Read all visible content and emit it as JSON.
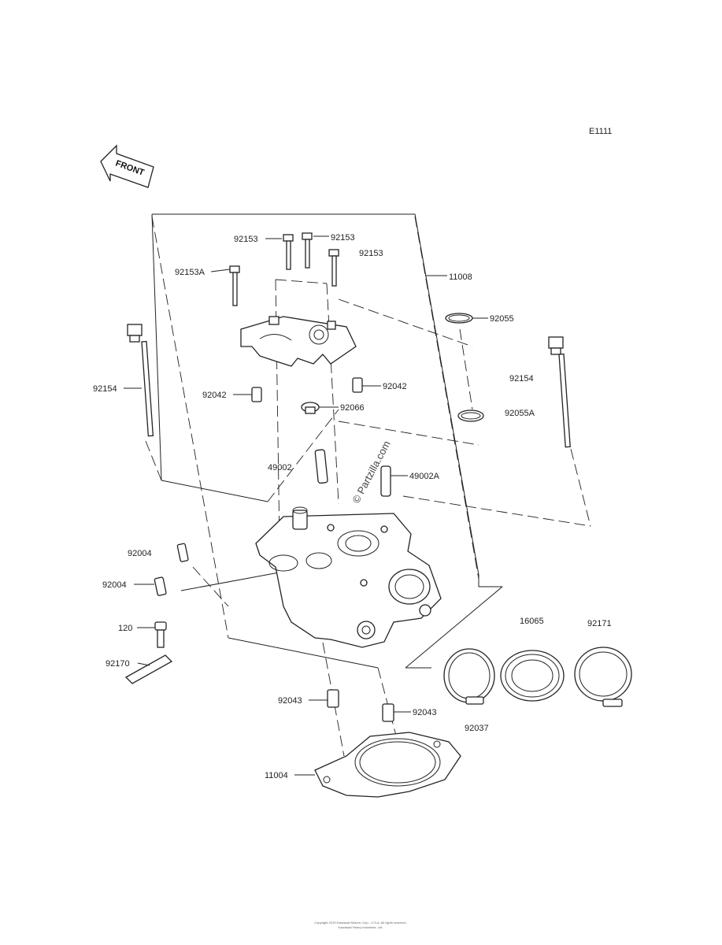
{
  "diagram": {
    "code": "E1111",
    "front_label": "FRONT",
    "watermark": "© Partzilla.com",
    "footer_line1": "Copyright 2019 Kawasaki Motors Corp., U.S.A. All rights reserved.",
    "footer_line2": "Kawasaki Heavy Industries, Ltd."
  },
  "labels": {
    "p92153_a": "92153",
    "p92153_b": "92153",
    "p92153_c": "92153",
    "p92153A": "92153A",
    "p11008": "11008",
    "p92055": "92055",
    "p92154_l": "92154",
    "p92154_r": "92154",
    "p92042_l": "92042",
    "p92042_r": "92042",
    "p92066": "92066",
    "p92055A": "92055A",
    "p49002": "49002",
    "p49002A": "49002A",
    "p92004_a": "92004",
    "p92004_b": "92004",
    "p120": "120",
    "p92170": "92170",
    "p16065": "16065",
    "p92171": "92171",
    "p92043_l": "92043",
    "p92043_r": "92043",
    "p92037": "92037",
    "p11004": "11004"
  }
}
